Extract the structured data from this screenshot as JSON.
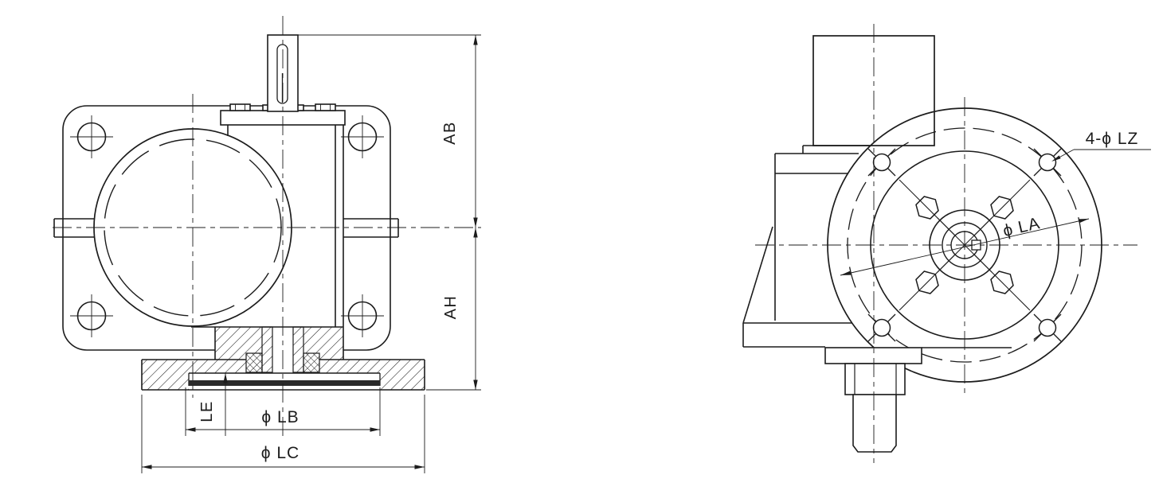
{
  "drawing": {
    "background": "#ffffff",
    "line_color": "#1c1c1c",
    "section_face_color": "#2a2a2a",
    "views": {
      "front": {
        "dims": {
          "ab": "AB",
          "ah": "AH",
          "le": "LE",
          "lb": "ϕ LB",
          "lc": "ϕ LC"
        }
      },
      "side": {
        "dims": {
          "lz": "4-ϕ LZ",
          "la": "ϕ LA"
        }
      }
    }
  }
}
